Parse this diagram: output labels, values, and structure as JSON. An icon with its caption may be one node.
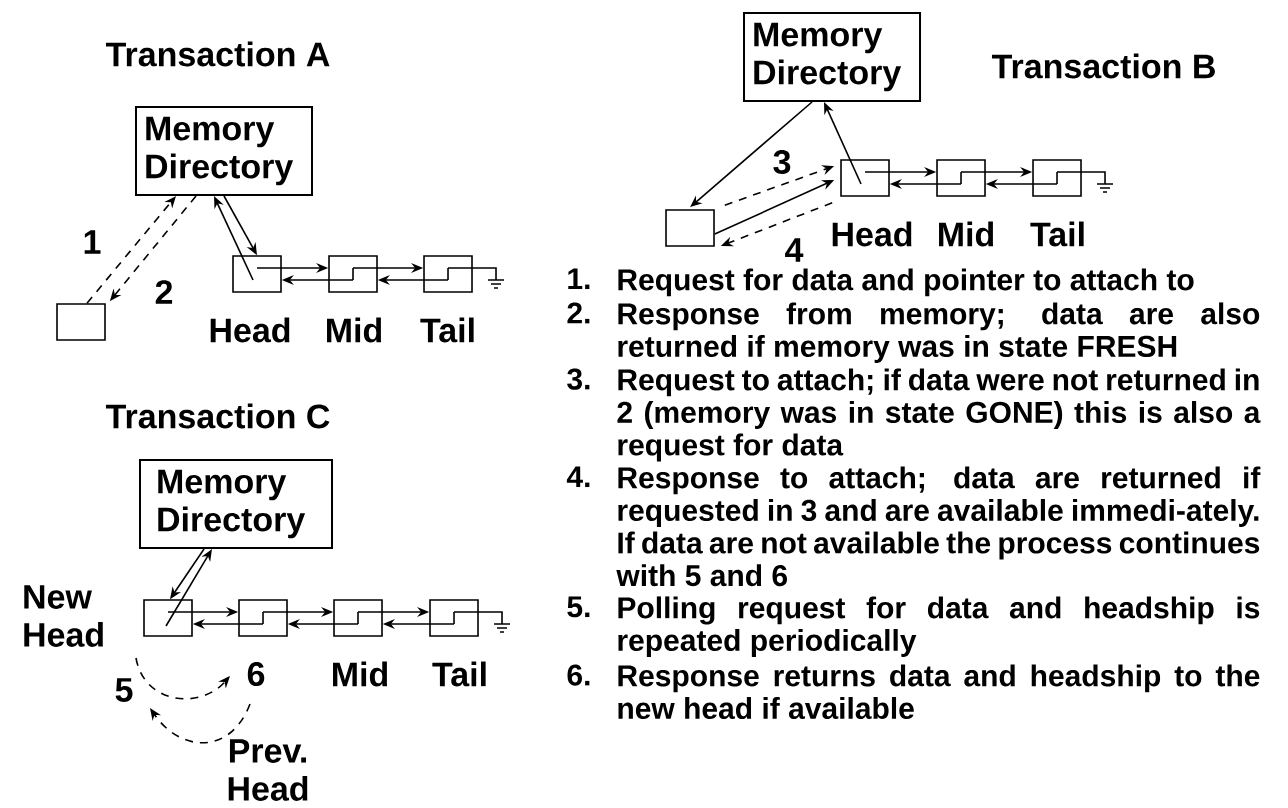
{
  "diagram": {
    "nodes": [
      {
        "text": [
          "Memory Directory"
        ]
      },
      {
        "text": [],
        "shape": "box"
      },
      {
        "text": [],
        "shape": "box",
        "beside": [
          "Head"
        ]
      },
      {
        "text": [],
        "shape": "box",
        "beside": [
          "Mid"
        ]
      },
      {
        "text": [],
        "shape": "box",
        "beside": [
          "Tail"
        ]
      },
      {
        "text": [
          "Memory Directory"
        ]
      },
      {
        "text": [],
        "shape": "box"
      },
      {
        "text": [],
        "shape": "box",
        "beside": [
          "Head"
        ]
      },
      {
        "text": [],
        "shape": "box",
        "beside": [
          "Mid"
        ]
      },
      {
        "text": [],
        "shape": "box",
        "beside": [
          "Tail"
        ]
      },
      {
        "text": [
          "Memory Directory"
        ]
      },
      {
        "text": [],
        "shape": "box",
        "beside": [
          "New Head"
        ]
      },
      {
        "text": [],
        "shape": "box",
        "beside": [
          "Prev. Head"
        ]
      },
      {
        "text": [],
        "shape": "box",
        "beside": [
          "Mid"
        ]
      },
      {
        "text": [],
        "shape": "box",
        "beside": [
          "Tail"
        ]
      }
    ],
    "edges": [
      {
        "from": 1,
        "to": 0,
        "arrow": "to",
        "style": "dashed",
        "label": "1"
      },
      {
        "from": 0,
        "to": 1,
        "arrow": "to",
        "style": "dashed",
        "label": "2"
      },
      {
        "from": 2,
        "to": 0,
        "arrow": "to"
      },
      {
        "from": 0,
        "to": 2,
        "arrow": "to"
      },
      {
        "from": 2,
        "to": 3,
        "arrow": "to"
      },
      {
        "from": 3,
        "to": 2,
        "arrow": "to"
      },
      {
        "from": 3,
        "to": 4,
        "arrow": "to"
      },
      {
        "from": 4,
        "to": 3,
        "arrow": "to"
      },
      {
        "from": 5,
        "to": 6,
        "arrow": "to"
      },
      {
        "from": 7,
        "to": 5,
        "arrow": "to"
      },
      {
        "from": 6,
        "to": 7,
        "arrow": "to"
      },
      {
        "from": 6,
        "to": 7,
        "arrow": "to",
        "style": "dashed",
        "label": "3"
      },
      {
        "from": 7,
        "to": 6,
        "arrow": "to",
        "style": "dashed",
        "label": "4"
      },
      {
        "from": 7,
        "to": 8,
        "arrow": "to"
      },
      {
        "from": 8,
        "to": 7,
        "arrow": "to"
      },
      {
        "from": 8,
        "to": 9,
        "arrow": "to"
      },
      {
        "from": 9,
        "to": 8,
        "arrow": "to"
      },
      {
        "from": 10,
        "to": 11,
        "arrow": "to"
      },
      {
        "from": 11,
        "to": 10,
        "arrow": "to"
      },
      {
        "from": 11,
        "to": 12,
        "arrow": "to"
      },
      {
        "from": 12,
        "to": 11,
        "arrow": "to"
      },
      {
        "from": 12,
        "to": 13,
        "arrow": "to"
      },
      {
        "from": 13,
        "to": 12,
        "arrow": "to"
      },
      {
        "from": 13,
        "to": 14,
        "arrow": "to"
      },
      {
        "from": 14,
        "to": 13,
        "arrow": "to"
      },
      {
        "from": 11,
        "to": 12,
        "arrow": "to",
        "style": "dashed",
        "label": "5"
      },
      {
        "from": 12,
        "to": 11,
        "arrow": "to",
        "style": "dashed",
        "label": "6"
      }
    ],
    "labels": [
      "Transaction A",
      "Transaction B",
      "Transaction C",
      "1.",
      "Request for data and pointer to attach to",
      "2.",
      "Response from memory; data are also returned if memory was in state FRESH",
      "3.",
      "Request to attach; if data were not returned in 2 (memory was in state GONE) this is also a request for data",
      "4.",
      "Response to attach; data are returned if requested in 3 and are available immedi-ately. If data are not available the process continues with 5 and 6",
      "5.",
      "Polling request for data and headship is repeated periodically",
      "6.",
      "Response returns data and headship to the new head if available"
    ]
  }
}
